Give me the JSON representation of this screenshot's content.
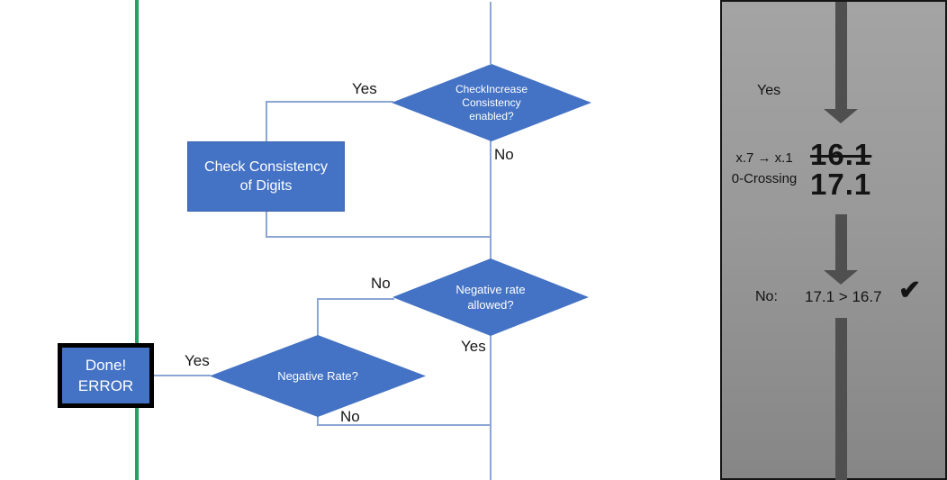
{
  "colors": {
    "shape_blue": "#4472c4",
    "connector_blue": "#8ca6d5",
    "green_line": "#1fa463",
    "panel_gray": "#999999",
    "arrow_gray": "#4f4f4f"
  },
  "flowchart": {
    "diamond_check_increase": {
      "label": "CheckIncrease\nConsistency\nenabled?"
    },
    "box_check_consistency": {
      "label": "Check Consistency\nof Digits"
    },
    "diamond_negative_rate_allowed": {
      "label": "Negative rate\nallowed?"
    },
    "diamond_negative_rate": {
      "label": "Negative Rate?"
    },
    "box_done_error": {
      "label": "Done!\nERROR"
    },
    "edge_labels": {
      "yes_top": "Yes",
      "no_top": "No",
      "no_mid": "No",
      "yes_mid": "Yes",
      "yes_done": "Yes",
      "no_bottom": "No"
    }
  },
  "side_panel": {
    "yes_label": "Yes",
    "rule_note": "x.7 → x.1\n0-Crossing",
    "old_value": "16.1",
    "new_value": "17.1",
    "no_label": "No:",
    "comparison": "17.1 > 16.7",
    "check_icon": "✔"
  }
}
